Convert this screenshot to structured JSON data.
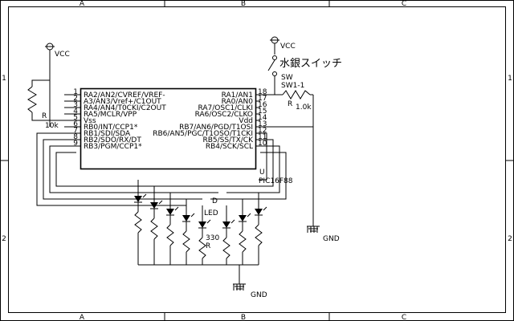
{
  "frame": {
    "col_labels": [
      "A",
      "B",
      "C"
    ],
    "row_labels": [
      "1",
      "2"
    ]
  },
  "power": {
    "vcc_label": "VCC",
    "gnd_label": "GND"
  },
  "switch": {
    "name": "水銀スイッチ",
    "type": "SW",
    "ref": "SW1-1"
  },
  "pullup": {
    "ref": "R",
    "value": "1.0k"
  },
  "mclr_resistor": {
    "ref": "R",
    "value": "10k"
  },
  "led_array": {
    "ref": "D",
    "label": "LED"
  },
  "led_resistors": {
    "ref": "R",
    "value": "330"
  },
  "ic": {
    "part": "PIC16F88",
    "ref": "U",
    "left_pins": [
      {
        "num": "1",
        "name": "RA2/AN2/CVREF/VREF-"
      },
      {
        "num": "2",
        "name": "A3/AN3/Vref+/C1OUT"
      },
      {
        "num": "3",
        "name": "RA4/AN4/T0CKI/C2OUT"
      },
      {
        "num": "4",
        "name": "RA5/MCLR/VPP"
      },
      {
        "num": "5",
        "name": "Vss"
      },
      {
        "num": "6",
        "name": "RB0/INT/CCP1*"
      },
      {
        "num": "7",
        "name": "RB1/SDI/SDA"
      },
      {
        "num": "8",
        "name": "RB2/SDO/RX/DT"
      },
      {
        "num": "9",
        "name": "RB3/PGM/CCP1*"
      }
    ],
    "right_pins": [
      {
        "num": "18",
        "name": "RA1/AN1"
      },
      {
        "num": "17",
        "name": "RA0/AN0"
      },
      {
        "num": "16",
        "name": "RA7/OSC1/CLKI"
      },
      {
        "num": "15",
        "name": "RA6/OSC2/CLKO"
      },
      {
        "num": "14",
        "name": "Vdd"
      },
      {
        "num": "13",
        "name": "RB7/AN6/PGD/T1OSI"
      },
      {
        "num": "12",
        "name": "RB6/AN5/PGC/T1OSO/T1CKI"
      },
      {
        "num": "11",
        "name": "RB5/SS/TX/CK"
      },
      {
        "num": "10",
        "name": "RB4/SCK/SCL"
      }
    ]
  }
}
